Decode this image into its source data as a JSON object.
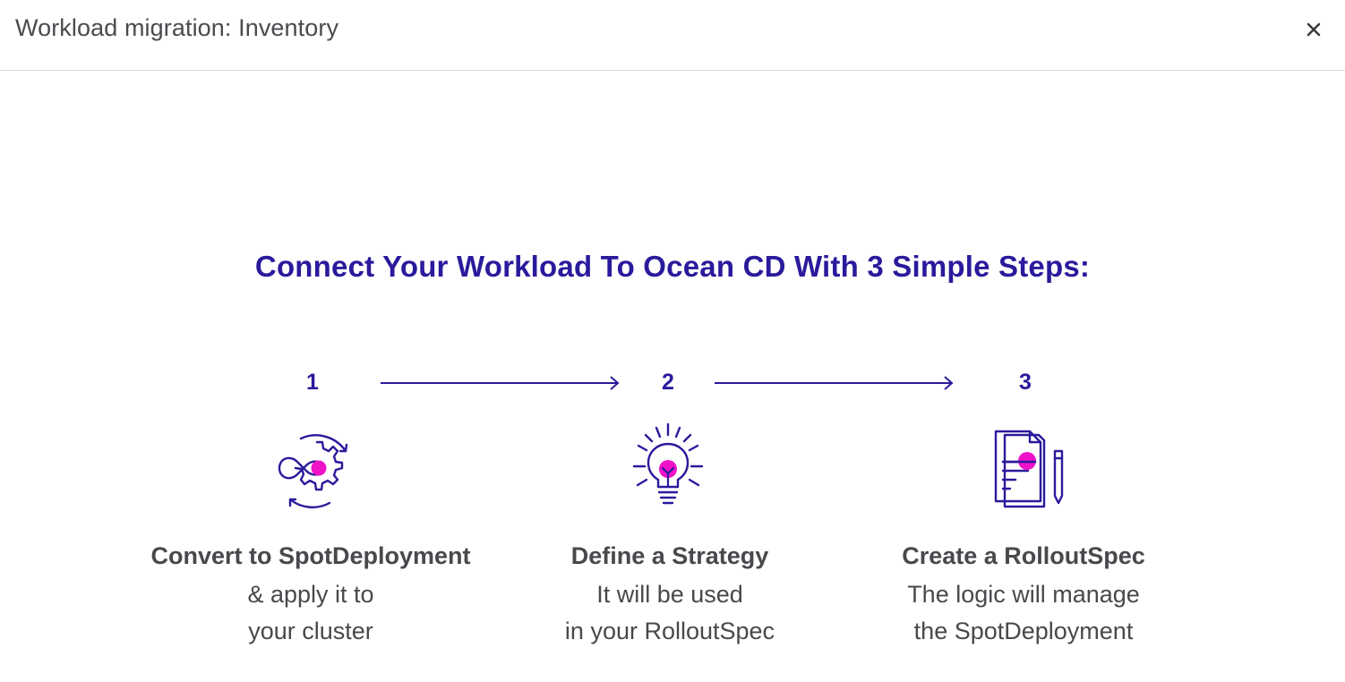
{
  "modal": {
    "title": "Workload migration: Inventory",
    "close_label": "×"
  },
  "headline": "Connect Your Workload To Ocean CD With 3 Simple Steps:",
  "steps": [
    {
      "number": "1",
      "icon": "infinity-gear-icon",
      "title": "Convert to SpotDeployment",
      "line1": "& apply it to",
      "line2": "your cluster"
    },
    {
      "number": "2",
      "icon": "lightbulb-icon",
      "title": "Define a Strategy",
      "line1": "It will be used",
      "line2": "in your RolloutSpec"
    },
    {
      "number": "3",
      "icon": "document-pencil-icon",
      "title": "Create a RolloutSpec",
      "line1": "The logic will manage",
      "line2": "the SpotDeployment"
    }
  ],
  "colors": {
    "primary": "#2a1a9c",
    "accent": "#ee12c8",
    "text": "#48484d",
    "header_text": "#4a4a4f",
    "divider": "#d9d9de"
  }
}
